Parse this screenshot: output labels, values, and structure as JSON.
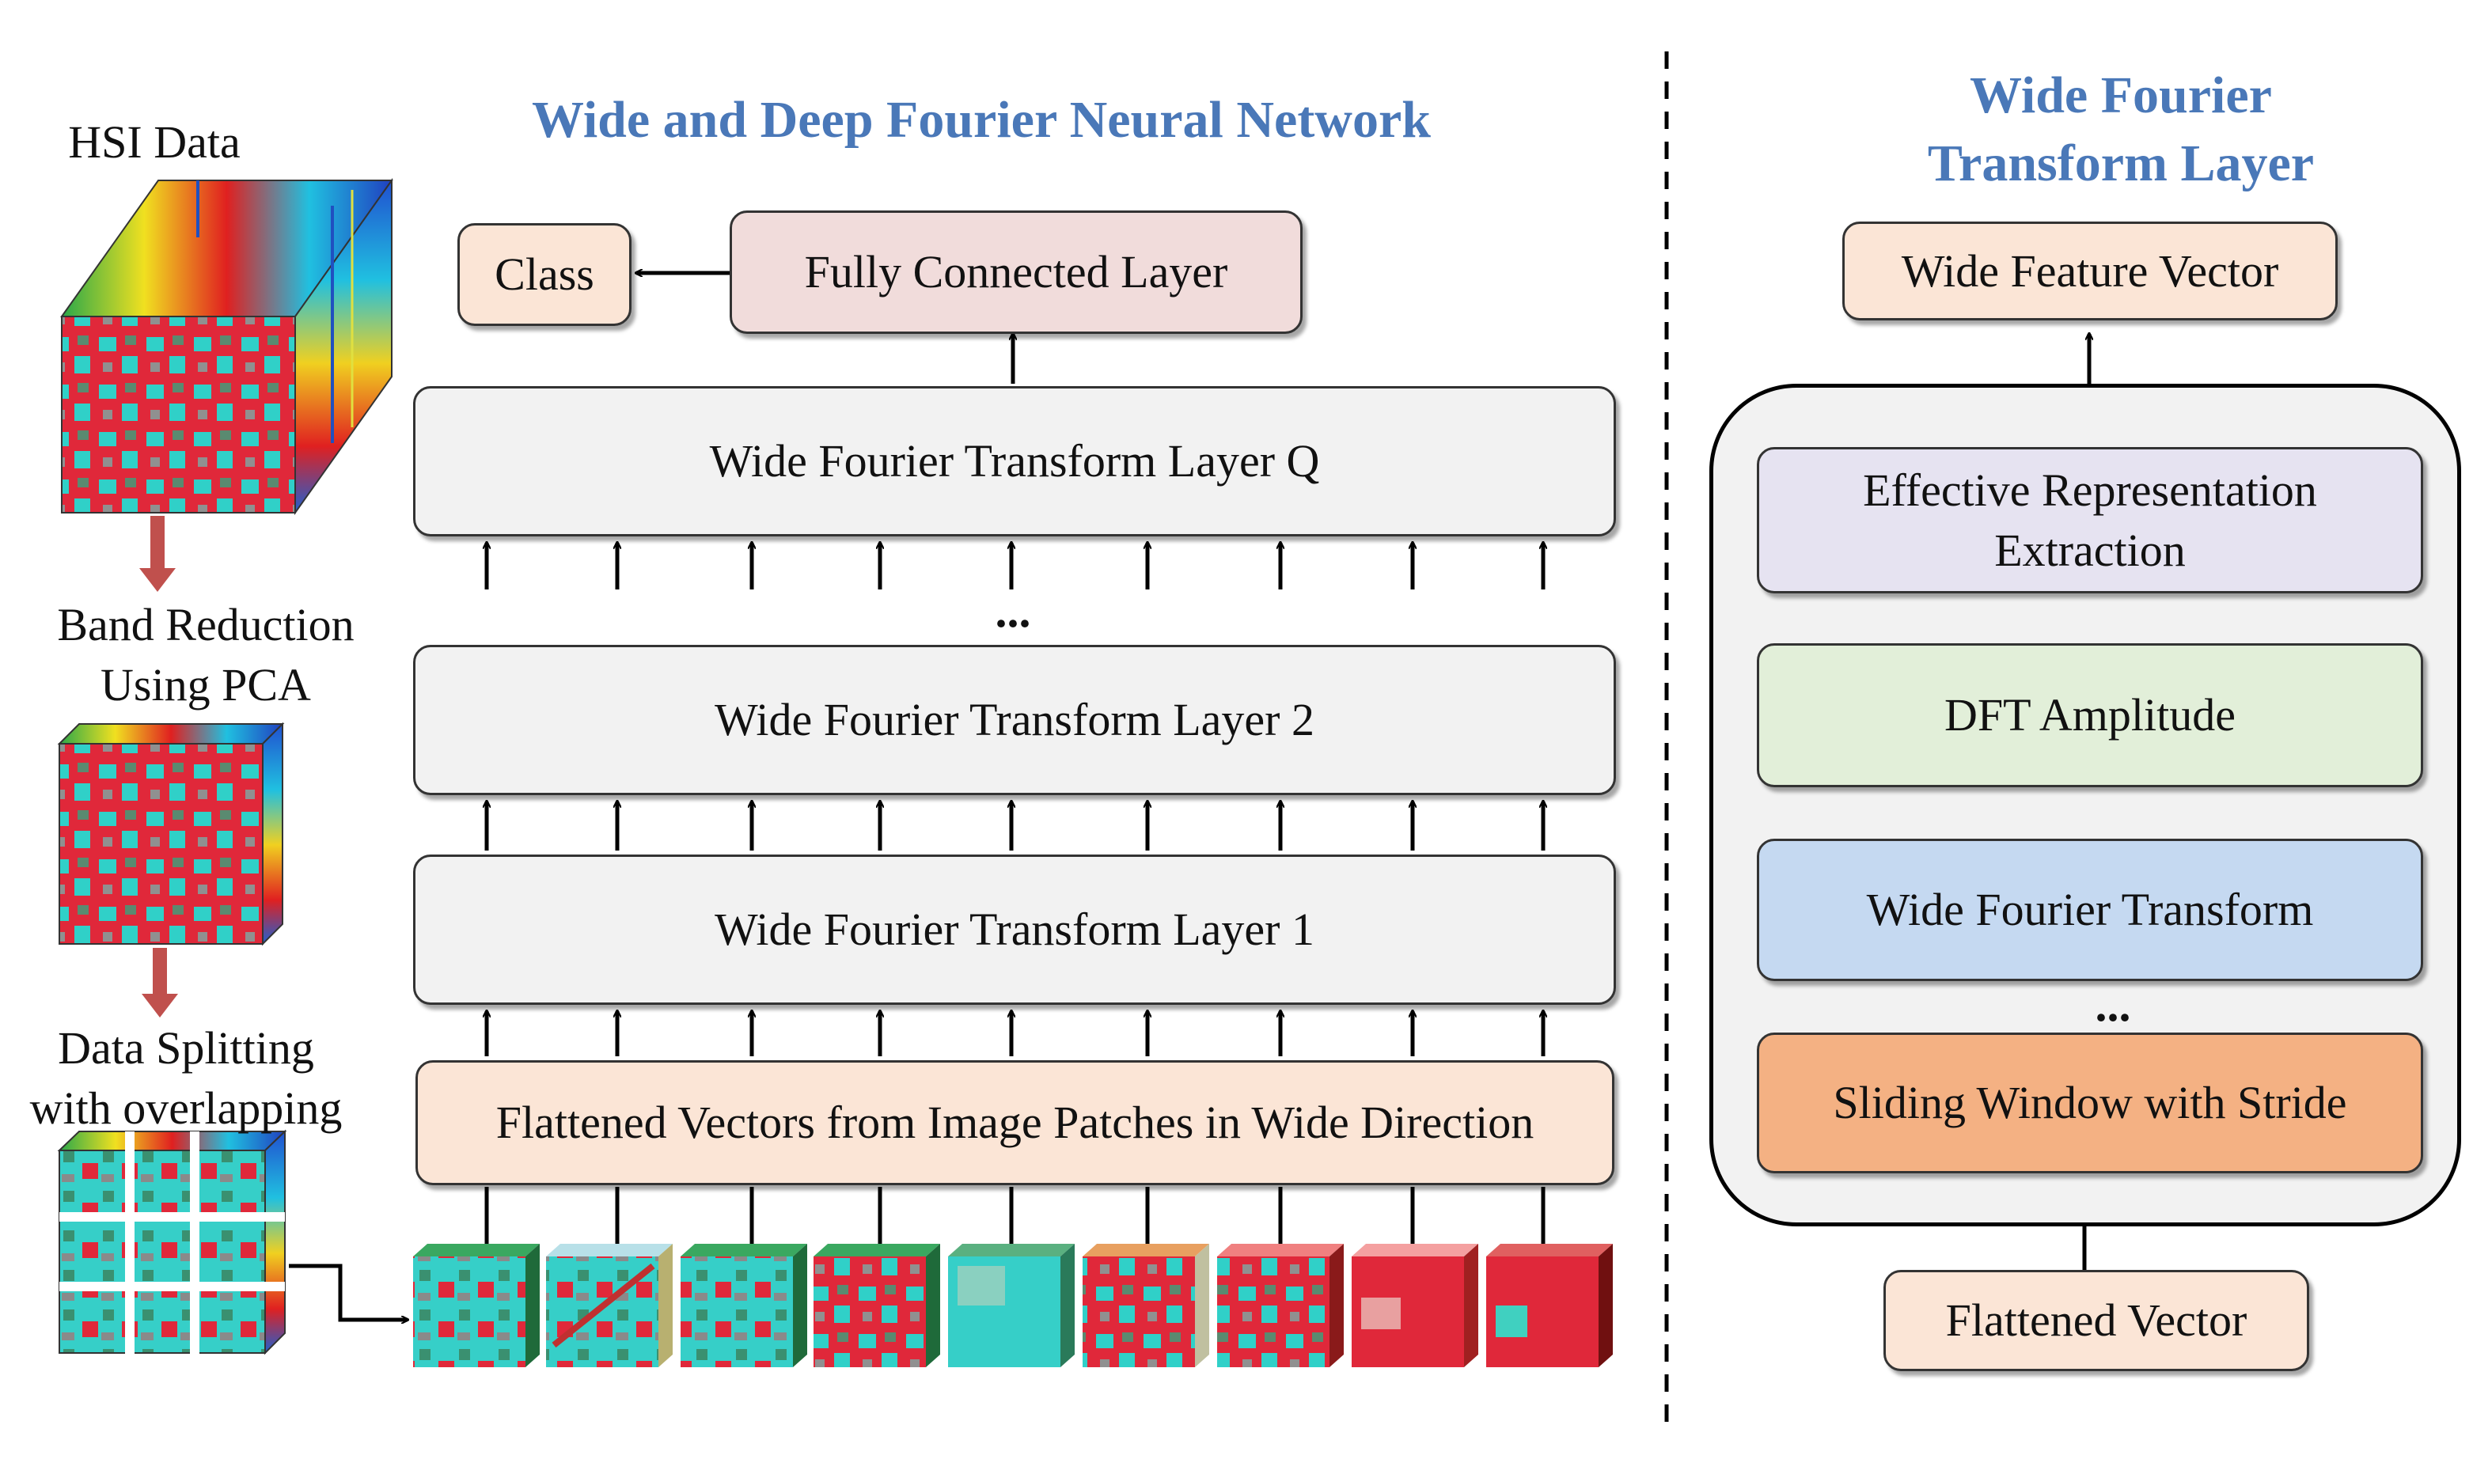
{
  "left_panel": {
    "hsi_label": "HSI Data",
    "band_reduction_label": "Band Reduction\nUsing PCA",
    "data_splitting_label": "Data Splitting\nwith overlapping"
  },
  "main_diagram": {
    "title": "Wide and Deep Fourier Neural Network",
    "class_label": "Class",
    "fc_layer": "Fully Connected Layer",
    "layer_q": "Wide Fourier Transform Layer Q",
    "ellipsis": "...",
    "layer_2": "Wide Fourier Transform Layer 2",
    "layer_1": "Wide Fourier Transform Layer 1",
    "flattened_vectors": "Flattened Vectors from Image Patches in Wide Direction"
  },
  "detail_panel": {
    "title": "Wide Fourier\nTransform Layer",
    "wide_feature_vector": "Wide Feature Vector",
    "effective_representation": "Effective Representation\nExtraction",
    "dft_amplitude": "DFT Amplitude",
    "wide_fourier_transform": "Wide Fourier Transform",
    "ellipsis": "...",
    "sliding_window": "Sliding Window with Stride",
    "flattened_vector": "Flattened Vector"
  },
  "colors": {
    "title_blue": "#4a78b8",
    "peach": "#fbe5d6",
    "pink": "#f1dcdb",
    "light_gray": "#f2f2f2",
    "lavender": "#e6e3f1",
    "light_green": "#e2efd9",
    "light_blue": "#c5d9f1",
    "orange": "#f4b183",
    "reduction_arrow": "#c0504d"
  }
}
